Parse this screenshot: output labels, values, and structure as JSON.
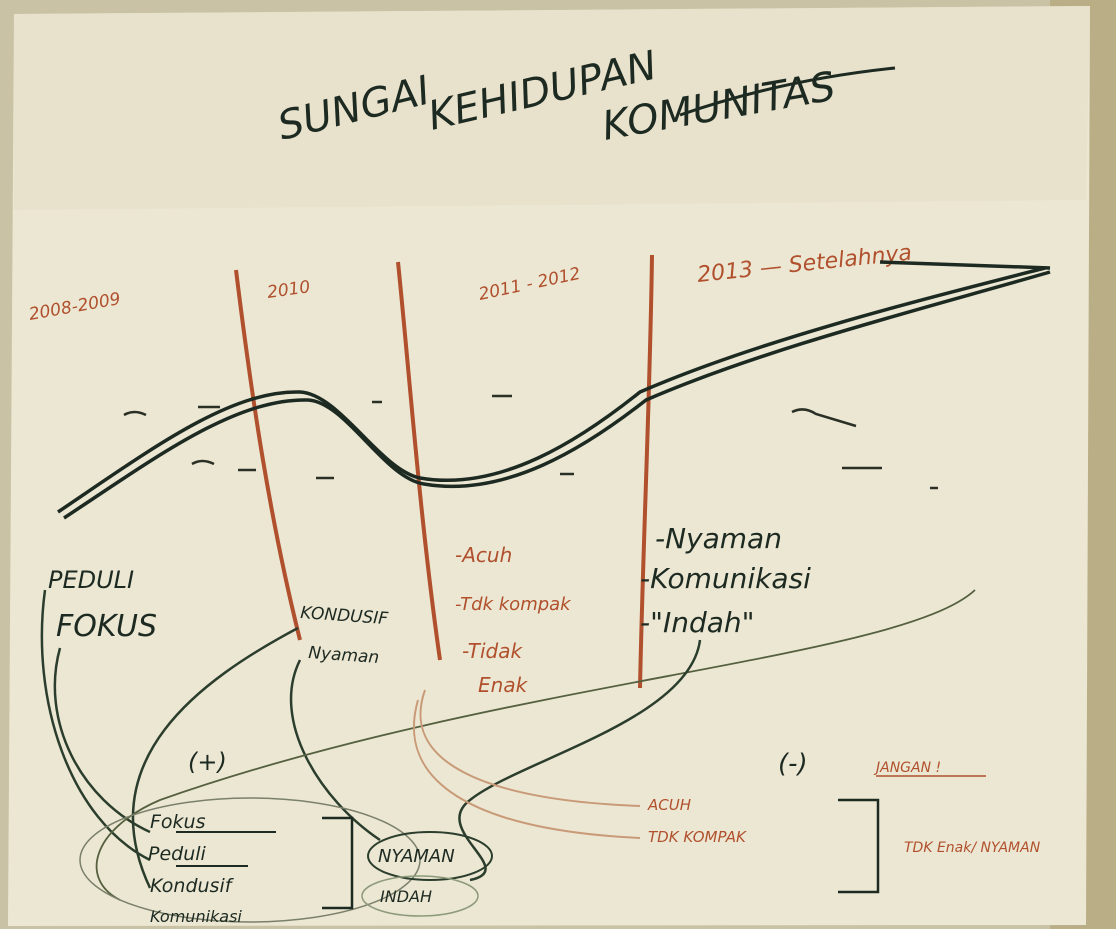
{
  "title": {
    "line1": "SUNGAI",
    "line2": "KEHIDUPAN",
    "line3": "KOMUNITAS"
  },
  "periods": [
    {
      "label": "2008-2009"
    },
    {
      "label": "2010"
    },
    {
      "label": "2011 - 2012"
    },
    {
      "label": "2013 — Setelahnya"
    }
  ],
  "left_words": {
    "peduli": "PEDULI",
    "fokus": "FOKUS"
  },
  "middle_words": {
    "kondusif": "KONDUSIF",
    "nyaman": "Nyaman"
  },
  "center_words": {
    "acuh": "-Acuh",
    "tidak_kompak": "-Tdk kompak",
    "tidak": "-Tidak",
    "enak": "Enak"
  },
  "right_words": {
    "nyaman": "-Nyaman",
    "komunikasi": "-Komunikasi",
    "indah": "-\"Indah\""
  },
  "positive": {
    "sign": "(+)",
    "items": [
      "Fokus",
      "Peduli",
      "Kondusif",
      "Komunikasi"
    ],
    "outcome_1": "NYAMAN",
    "outcome_2": "INDAH"
  },
  "negative": {
    "sign": "(-)",
    "warning": "JANGAN !",
    "items": [
      "ACUH",
      "TDK KOMPAK"
    ],
    "outcome": "TDK Enak/ NYAMAN"
  },
  "colors": {
    "paper": "#ece7d3",
    "marker_black": "#1d2a22",
    "marker_red": "#b0502d",
    "marker_green": "#2b3d2c"
  }
}
